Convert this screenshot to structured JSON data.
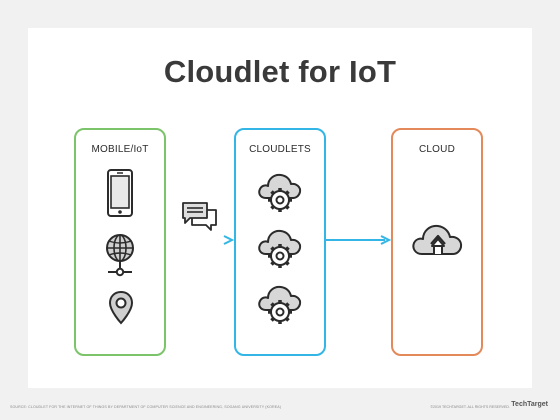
{
  "title": "Cloudlet for IoT",
  "panels": {
    "mobile": {
      "label": "MOBILE/IoT",
      "color": "#7cc46a"
    },
    "cloudlets": {
      "label": "CLOUDLETS",
      "color": "#33b6e6"
    },
    "cloud": {
      "label": "CLOUD",
      "color": "#e3895a"
    }
  },
  "arrow_color": "#33b6e6",
  "icons": [
    "smartphone-icon",
    "globe-network-icon",
    "location-pin-icon",
    "chat-bubbles-icon",
    "cloud-gear-icon",
    "cloud-upload-icon"
  ],
  "footer": {
    "source": "SOURCE: CLOUDLET FOR THE INTERNET OF THINGS BY DEPARTMENT OF COMPUTER SCIENCE AND ENGINEERING, SOGANG UNIVERSITY (KOREA)",
    "copyright": "©2019 TECHTARGET. ALL RIGHTS RESERVED.",
    "brand": "TechTarget"
  }
}
